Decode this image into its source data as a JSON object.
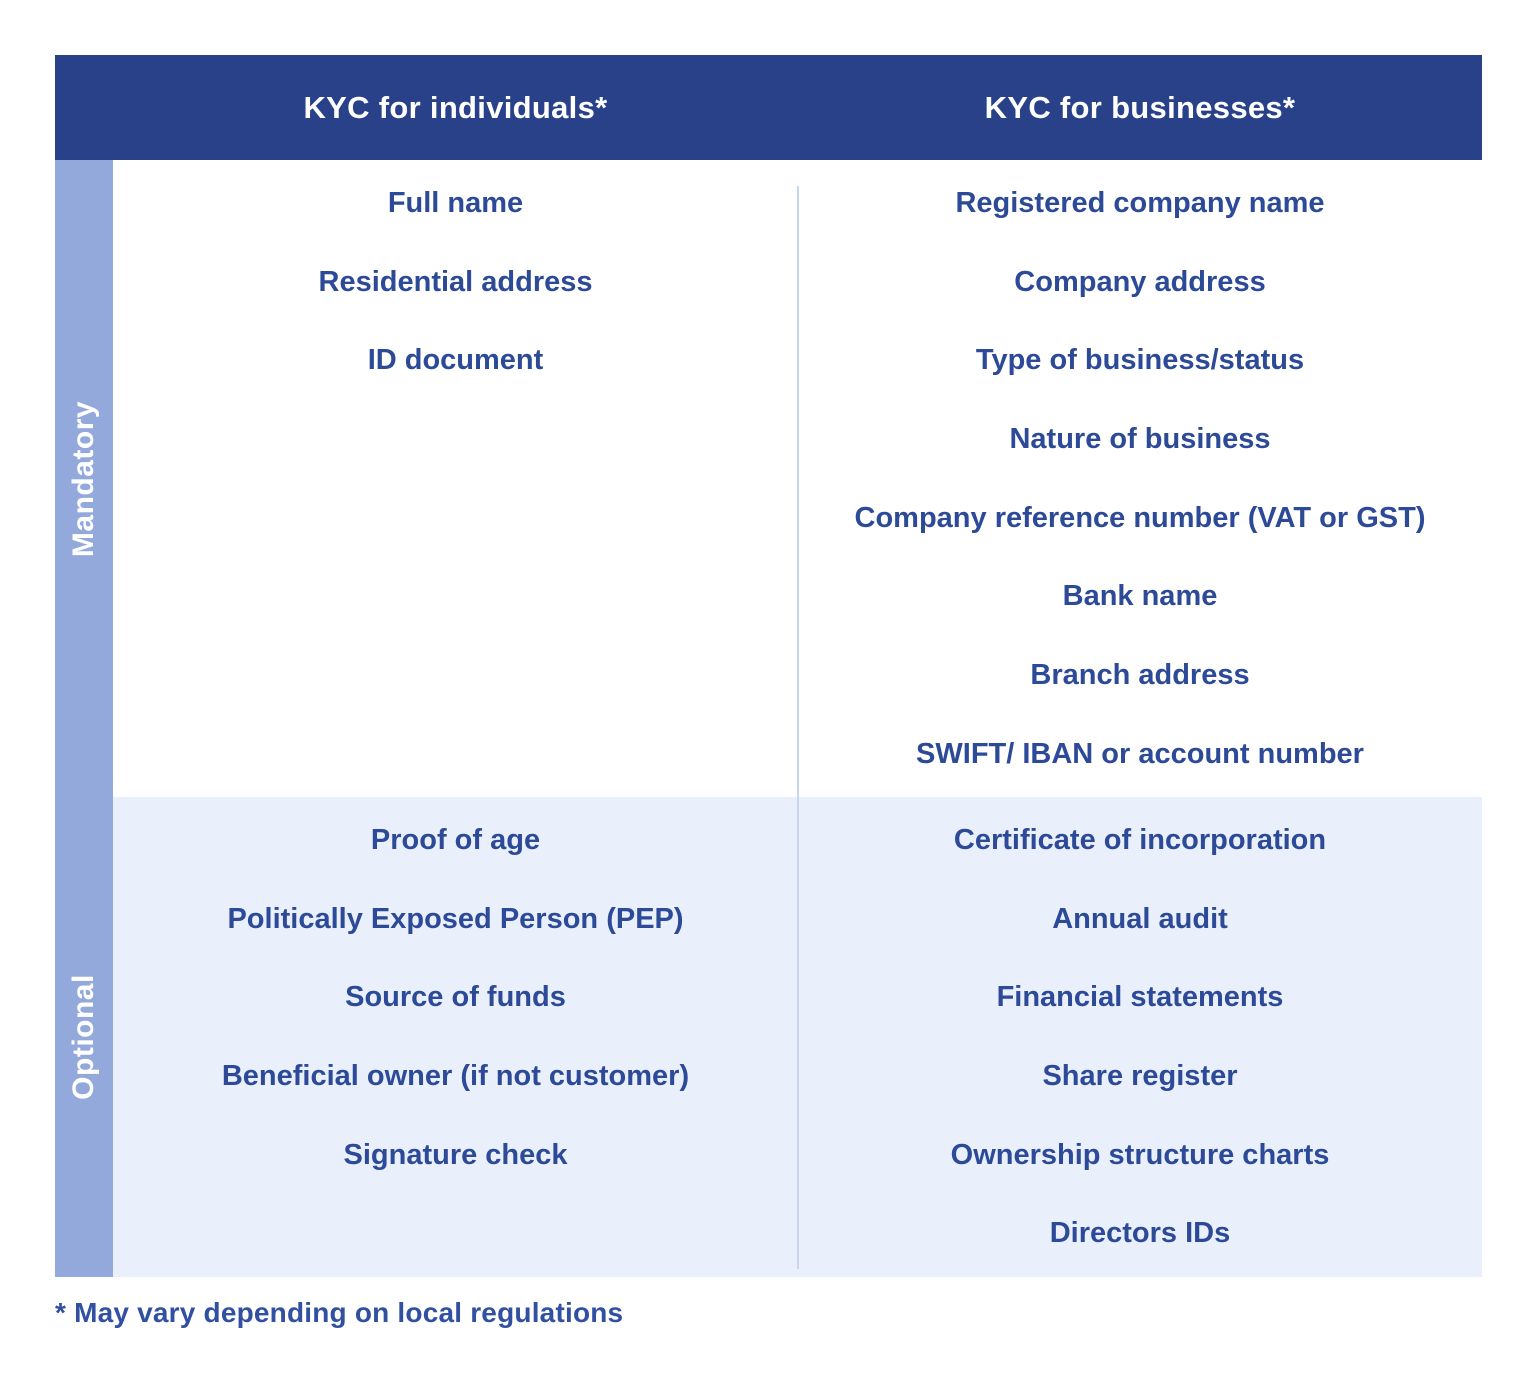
{
  "table": {
    "header": {
      "individuals": "KYC for individuals*",
      "businesses": "KYC for businesses*"
    },
    "sections": [
      {
        "label": "Mandatory",
        "individuals": [
          "Full name",
          "Residential address",
          "ID document"
        ],
        "businesses": [
          "Registered company name",
          "Company address",
          "Type of business/status",
          "Nature of business",
          "Company reference number (VAT or GST)",
          "Bank name",
          "Branch address",
          "SWIFT/ IBAN or account number"
        ]
      },
      {
        "label": "Optional",
        "individuals": [
          "Proof of age",
          "Politically Exposed Person (PEP)",
          "Source of funds",
          "Beneficial owner (if not customer)",
          "Signature check"
        ],
        "businesses": [
          "Certificate of incorporation",
          "Annual audit",
          "Financial statements",
          "Share register",
          "Ownership structure charts",
          "Directors IDs"
        ]
      }
    ],
    "footnote": "* May vary depending on local regulations",
    "colors": {
      "header_bg": "#294189",
      "header_text": "#ffffff",
      "sidebar_bg": "#93a9dc",
      "sidebar_text": "#ffffff",
      "mandatory_bg": "#ffffff",
      "optional_bg": "#eaeffc",
      "item_text": "#2c4a97",
      "footnote_text": "#3150a2",
      "divider": "#c7d5ef"
    }
  }
}
